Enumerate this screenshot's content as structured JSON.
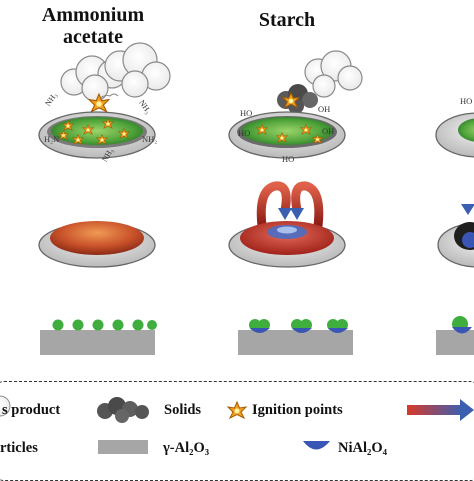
{
  "columns": [
    {
      "title_line1": "Ammonium",
      "title_line2": "acetate"
    },
    {
      "title_line1": "Starch",
      "title_line2": ""
    }
  ],
  "molecule_labels": {
    "col1": [
      "NH₃",
      "H₂N",
      "NH₂",
      "NH₃"
    ],
    "col2": [
      "HO",
      "HO",
      "OH",
      "OH",
      "HO"
    ],
    "col3": [
      "HO"
    ]
  },
  "legend": {
    "gas_product": "s product",
    "solids": "Solids",
    "ignition_points": "Ignition points",
    "particles": "rticles",
    "gamma_alumina": "γ-Al₂O₃",
    "nial2o4": "NiAl₂O₄"
  },
  "colors": {
    "green_particle": "#3fae3f",
    "blue_particle": "#3a56b5",
    "substrate": "#a6a6a6",
    "combustion_red": "#c2402a",
    "smoke": "#5a5a5a"
  }
}
